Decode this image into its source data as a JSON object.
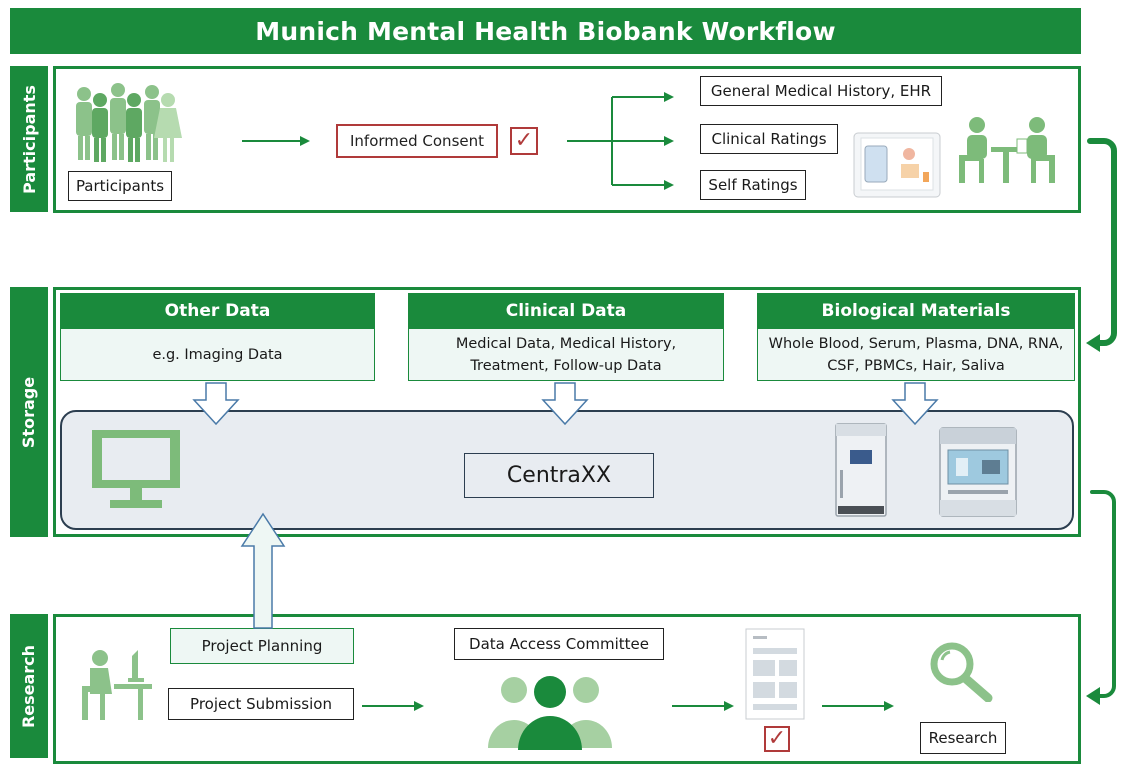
{
  "title": "Munich Mental Health Biobank Workflow",
  "sections": {
    "participants": "Participants",
    "storage": "Storage",
    "research": "Research"
  },
  "participants": {
    "label": "Participants",
    "consent": "Informed Consent",
    "check": "✓",
    "outputs": [
      "General Medical History, EHR",
      "Clinical Ratings",
      "Self Ratings"
    ]
  },
  "storage": {
    "categories": [
      {
        "title": "Other Data",
        "body": "e.g. Imaging Data"
      },
      {
        "title": "Clinical Data",
        "body": "Medical Data, Medical History, Treatment, Follow-up Data"
      },
      {
        "title": "Biological Materials",
        "body": "Whole Blood, Serum, Plasma, DNA, RNA, CSF, PBMCs, Hair, Saliva"
      }
    ],
    "system": "CentraXX"
  },
  "research": {
    "planning": "Project Planning",
    "submission": "Project Submission",
    "committee": "Data Access Committee",
    "check": "✓",
    "result": "Research"
  },
  "colors": {
    "green": "#1a8a3c",
    "light_green": "#eef7f4",
    "consent_red": "#b03a3a",
    "panel_gray": "#e8ecf1"
  }
}
